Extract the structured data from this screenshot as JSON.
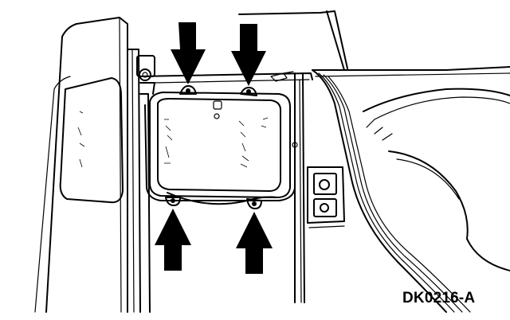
{
  "figure": {
    "label": "DK0216-A"
  },
  "arrows": [
    {
      "name": "arrow-upper-left",
      "direction": "down"
    },
    {
      "name": "arrow-upper-right",
      "direction": "down"
    },
    {
      "name": "arrow-lower-left",
      "direction": "up"
    },
    {
      "name": "arrow-lower-right",
      "direction": "up"
    }
  ]
}
